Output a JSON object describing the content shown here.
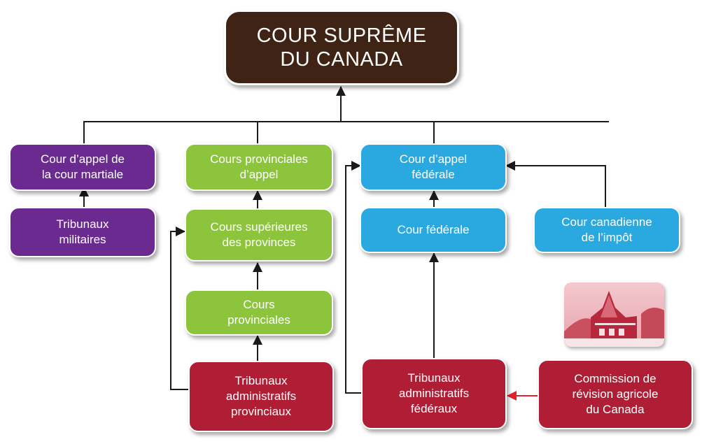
{
  "colors": {
    "supreme": "#3f2415",
    "military": "#6b2a8f",
    "provincial": "#8cc43c",
    "federal": "#29a9e0",
    "administrative": "#b01e35",
    "connector": "#1a1a1a",
    "highlight_arrow": "#e6202d"
  },
  "nodes": {
    "supreme_court": {
      "lines": [
        "COUR SUPRÊME",
        "DU  CANADA"
      ]
    },
    "court_martial_appeal": {
      "lines": [
        "Cour d’appel de",
        "la cour martiale"
      ]
    },
    "military_tribunals": {
      "lines": [
        "Tribunaux",
        "militaires"
      ]
    },
    "provincial_appeal": {
      "lines": [
        "Cours provinciales",
        "d’appel"
      ]
    },
    "provincial_superior": {
      "lines": [
        "Cours supérieures",
        "des provinces"
      ]
    },
    "provincial_courts": {
      "lines": [
        "Cours",
        "provinciales"
      ]
    },
    "provincial_admin": {
      "lines": [
        "Tribunaux",
        "administratifs",
        "provinciaux"
      ]
    },
    "federal_appeal": {
      "lines": [
        "Cour d’appel",
        "fédérale"
      ]
    },
    "federal_court": {
      "lines": [
        "Cour fédérale"
      ]
    },
    "tax_court": {
      "lines": [
        "Cour canadienne",
        "de  l’impôt"
      ]
    },
    "federal_admin": {
      "lines": [
        "Tribunaux",
        "administratifs",
        "fédéraux"
      ]
    },
    "agricultural_review": {
      "lines": [
        "Commission de",
        "révision  agricole",
        "du Canada"
      ]
    }
  },
  "photo": {
    "icon": "building-photo-icon"
  }
}
